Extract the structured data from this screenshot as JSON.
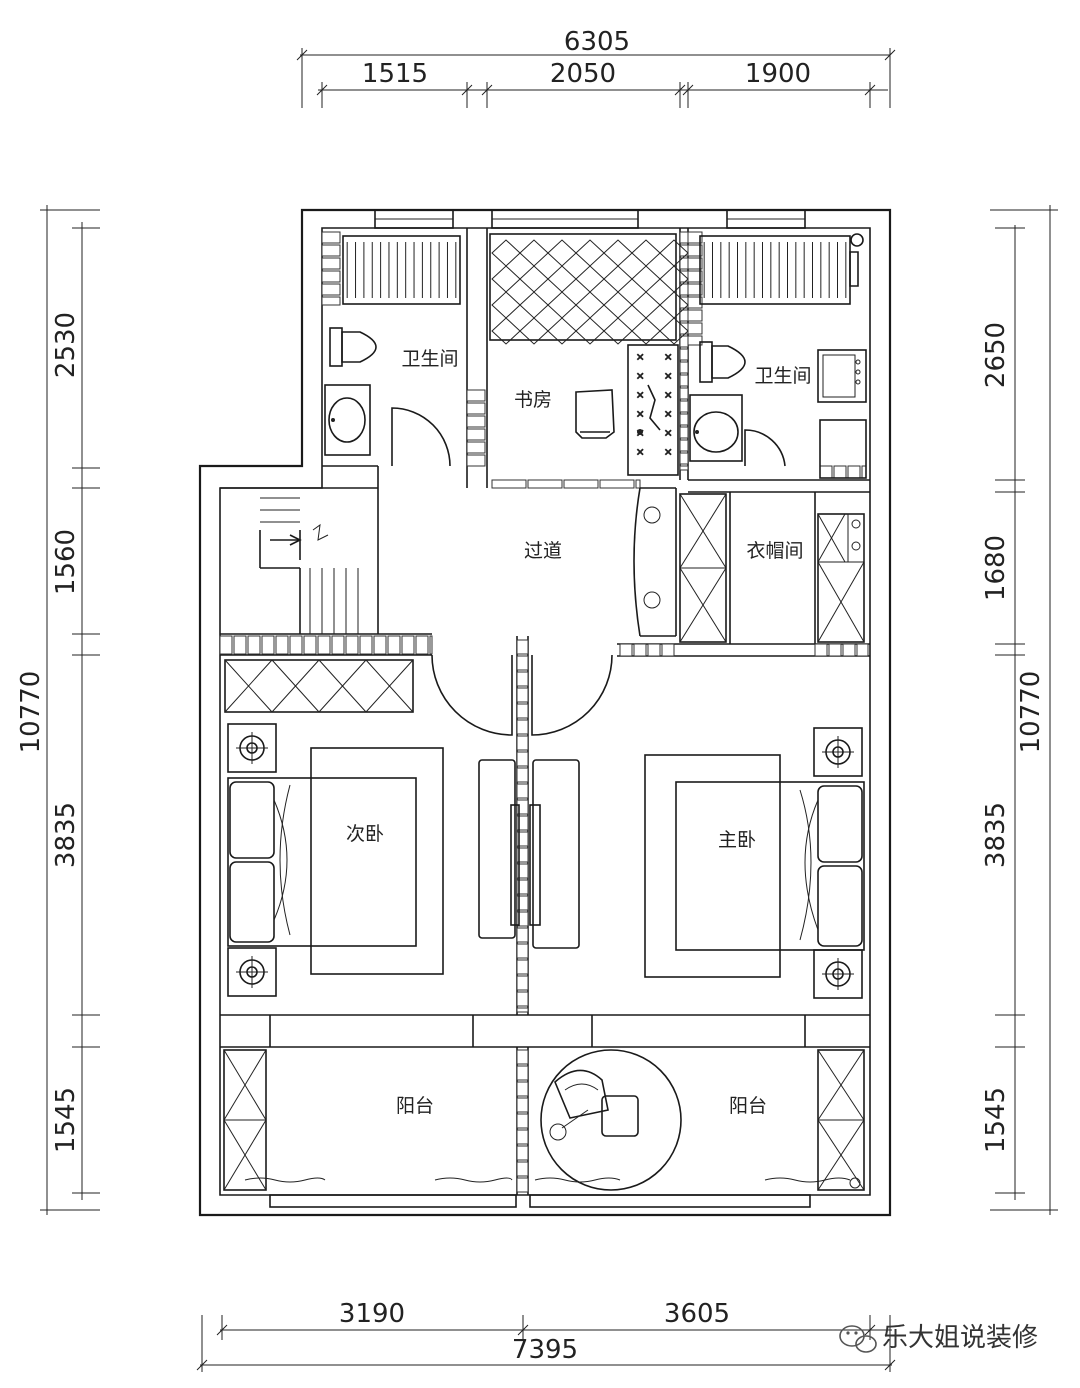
{
  "dimensions": {
    "top_total": "6305",
    "top_segments": [
      "1515",
      "2050",
      "1900"
    ],
    "bottom_total": "7395",
    "bottom_segments": [
      "3190",
      "3605"
    ],
    "left_total": "10770",
    "left_segments": [
      "2530",
      "1560",
      "3835",
      "1545"
    ],
    "right_total": "10770",
    "right_segments": [
      "2650",
      "1680",
      "3835",
      "1545"
    ]
  },
  "rooms": {
    "bathroom_left": "卫生间",
    "bathroom_right": "卫生间",
    "study": "书房",
    "corridor": "过道",
    "cloakroom": "衣帽间",
    "second_bedroom": "次卧",
    "master_bedroom": "主卧",
    "balcony_left": "阳台",
    "balcony_right": "阳台"
  },
  "watermark": "乐大姐说装修",
  "watermark_icon": "wechat-icon"
}
